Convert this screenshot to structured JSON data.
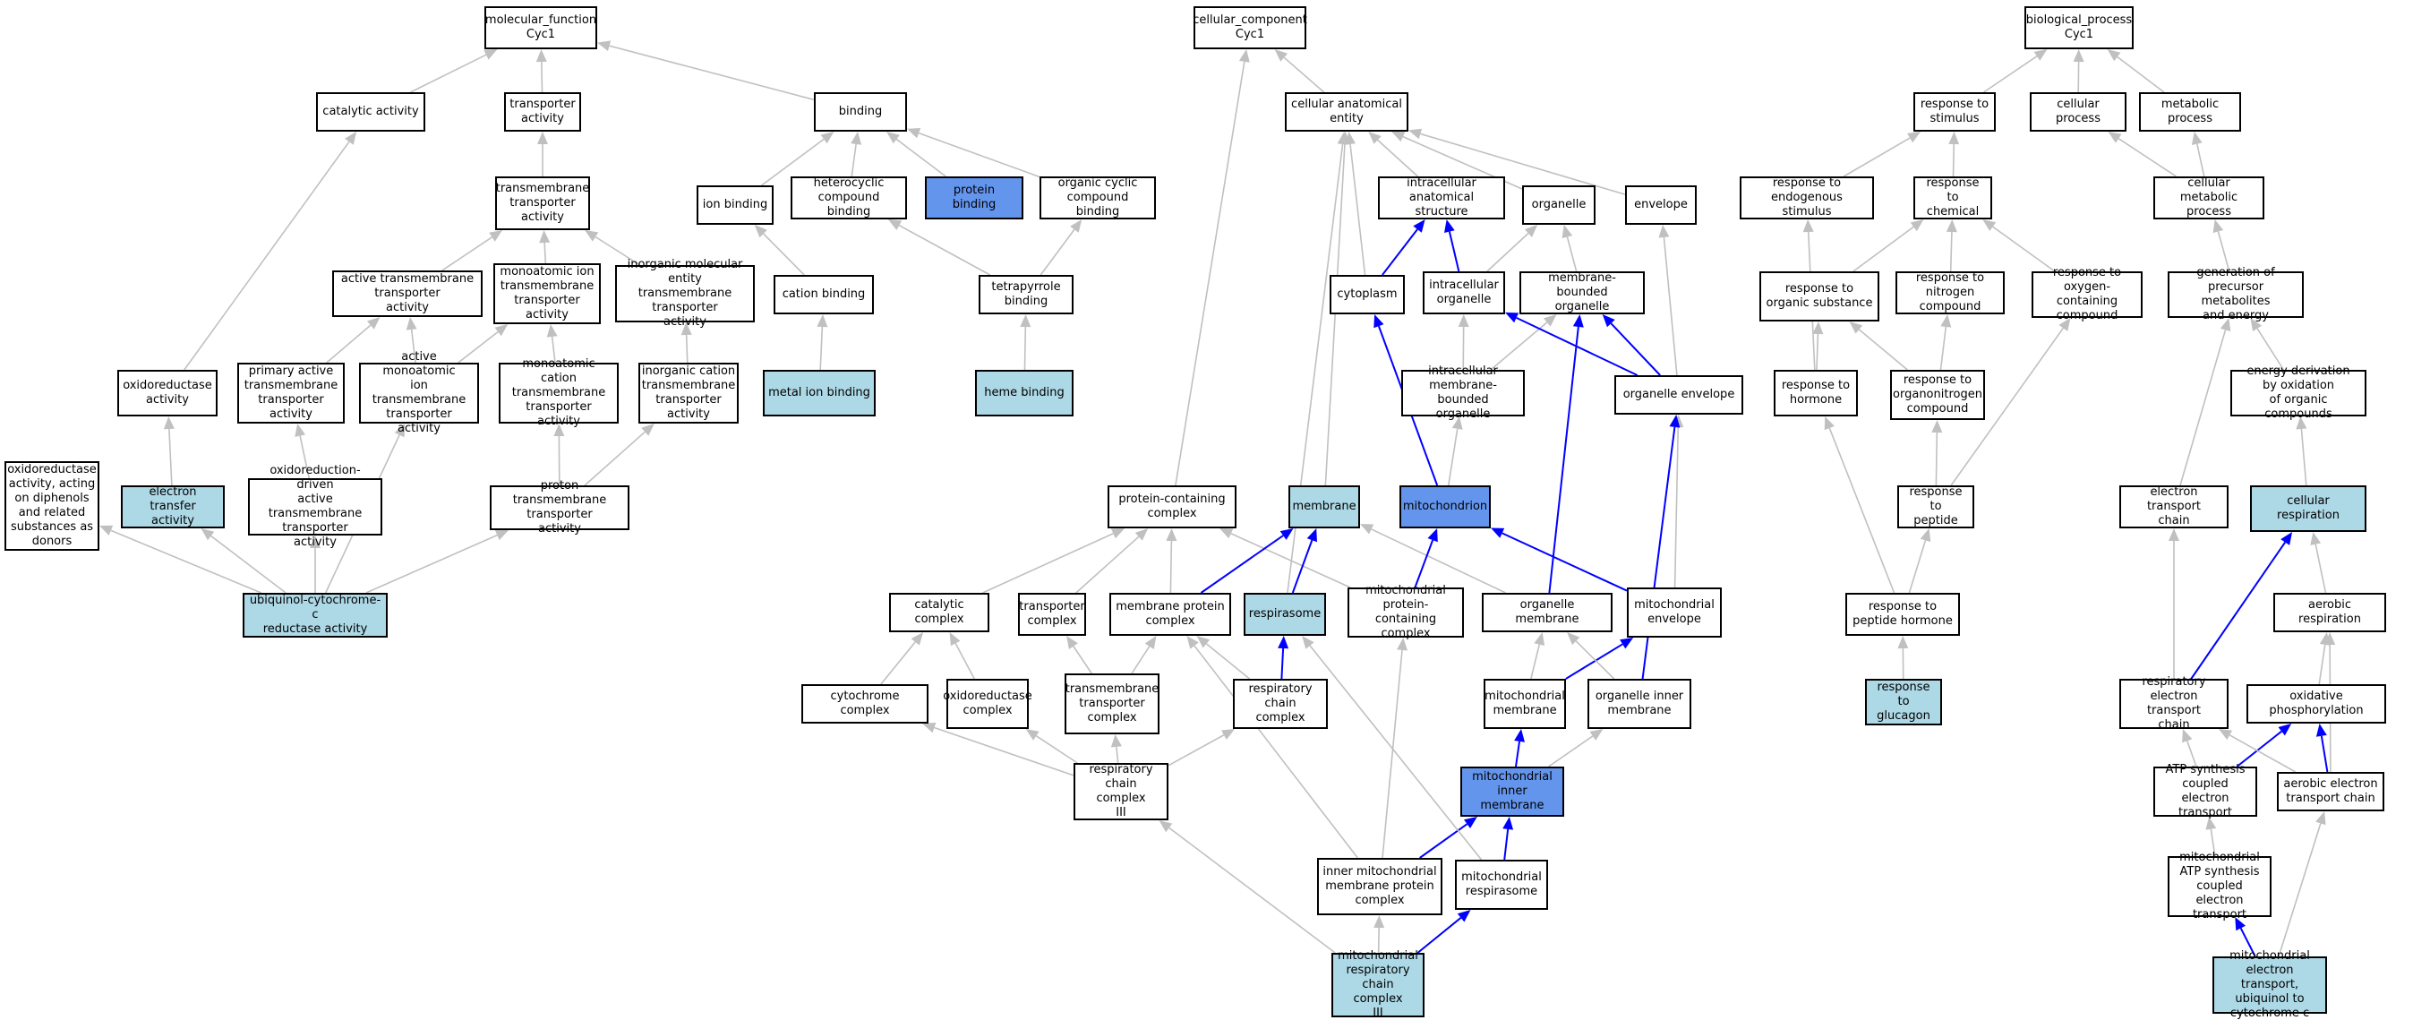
{
  "nodes": [
    {
      "id": "mf",
      "label": "molecular_function\nCyc1",
      "fill": "white"
    },
    {
      "id": "catact",
      "label": "catalytic activity",
      "fill": "white"
    },
    {
      "id": "transact",
      "label": "transporter\nactivity",
      "fill": "white"
    },
    {
      "id": "binding",
      "label": "binding",
      "fill": "white"
    },
    {
      "id": "tmta",
      "label": "transmembrane\ntransporter\nactivity",
      "fill": "white"
    },
    {
      "id": "ionbind",
      "label": "ion binding",
      "fill": "white"
    },
    {
      "id": "hetbind",
      "label": "heterocyclic\ncompound binding",
      "fill": "white"
    },
    {
      "id": "protbind",
      "label": "protein binding",
      "fill": "dark"
    },
    {
      "id": "orgcyc",
      "label": "organic cyclic\ncompound binding",
      "fill": "white"
    },
    {
      "id": "atmta",
      "label": "active transmembrane\ntransporter\nactivity",
      "fill": "white"
    },
    {
      "id": "mitmta",
      "label": "monoatomic ion\ntransmembrane\ntransporter\nactivity",
      "fill": "white"
    },
    {
      "id": "imeta",
      "label": "inorganic molecular\nentity transmembrane\ntransporter\nactivity",
      "fill": "white"
    },
    {
      "id": "catbind",
      "label": "cation binding",
      "fill": "white"
    },
    {
      "id": "tetbind",
      "label": "tetrapyrrole\nbinding",
      "fill": "white"
    },
    {
      "id": "oxred",
      "label": "oxidoreductase\nactivity",
      "fill": "white"
    },
    {
      "id": "patmta",
      "label": "primary active\ntransmembrane\ntransporter\nactivity",
      "fill": "white"
    },
    {
      "id": "amitmta",
      "label": "active monoatomic\nion transmembrane\ntransporter\nactivity",
      "fill": "white"
    },
    {
      "id": "mctmta",
      "label": "monoatomic cation\ntransmembrane\ntransporter\nactivity",
      "fill": "white"
    },
    {
      "id": "ictmta",
      "label": "inorganic cation\ntransmembrane\ntransporter\nactivity",
      "fill": "white"
    },
    {
      "id": "metbind",
      "label": "metal ion binding",
      "fill": "light"
    },
    {
      "id": "hemebind",
      "label": "heme binding",
      "fill": "light"
    },
    {
      "id": "oxdiph",
      "label": "oxidoreductase\nactivity, acting\non diphenols\nand related\nsubstances as\ndonors",
      "fill": "white"
    },
    {
      "id": "etact",
      "label": "electron transfer\nactivity",
      "fill": "light"
    },
    {
      "id": "oxdriv",
      "label": "oxidoreduction-driven\nactive transmembrane\ntransporter\nactivity",
      "fill": "white"
    },
    {
      "id": "ptta",
      "label": "proton transmembrane\ntransporter\nactivity",
      "fill": "white"
    },
    {
      "id": "ucra",
      "label": "ubiquinol-cytochrome-c\nreductase activity",
      "fill": "light"
    },
    {
      "id": "cc",
      "label": "cellular_component\nCyc1",
      "fill": "white"
    },
    {
      "id": "cae",
      "label": "cellular anatomical\nentity",
      "fill": "white"
    },
    {
      "id": "ias",
      "label": "intracellular\nanatomical structure",
      "fill": "white"
    },
    {
      "id": "organelle",
      "label": "organelle",
      "fill": "white"
    },
    {
      "id": "envelope",
      "label": "envelope",
      "fill": "white"
    },
    {
      "id": "cytoplasm",
      "label": "cytoplasm",
      "fill": "white"
    },
    {
      "id": "intorg",
      "label": "intracellular\norganelle",
      "fill": "white"
    },
    {
      "id": "mbo",
      "label": "membrane-bounded\norganelle",
      "fill": "white"
    },
    {
      "id": "imbo",
      "label": "intracellular\nmembrane-bounded\norganelle",
      "fill": "white"
    },
    {
      "id": "orgenv",
      "label": "organelle envelope",
      "fill": "white"
    },
    {
      "id": "pcc",
      "label": "protein-containing\ncomplex",
      "fill": "white"
    },
    {
      "id": "membrane",
      "label": "membrane",
      "fill": "light"
    },
    {
      "id": "mito",
      "label": "mitochondrion",
      "fill": "dark"
    },
    {
      "id": "catcx",
      "label": "catalytic complex",
      "fill": "white"
    },
    {
      "id": "transcx",
      "label": "transporter\ncomplex",
      "fill": "white"
    },
    {
      "id": "mpc",
      "label": "membrane protein\ncomplex",
      "fill": "white"
    },
    {
      "id": "respirasome",
      "label": "respirasome",
      "fill": "light"
    },
    {
      "id": "mpcc",
      "label": "mitochondrial\nprotein-containing\ncomplex",
      "fill": "white"
    },
    {
      "id": "orgmem",
      "label": "organelle membrane",
      "fill": "white"
    },
    {
      "id": "mitoenv",
      "label": "mitochondrial\nenvelope",
      "fill": "white"
    },
    {
      "id": "cytcx",
      "label": "cytochrome complex",
      "fill": "white"
    },
    {
      "id": "oxcx",
      "label": "oxidoreductase\ncomplex",
      "fill": "white"
    },
    {
      "id": "tmtc",
      "label": "transmembrane\ntransporter\ncomplex",
      "fill": "white"
    },
    {
      "id": "rcc",
      "label": "respiratory\nchain complex",
      "fill": "white"
    },
    {
      "id": "mitomem",
      "label": "mitochondrial\nmembrane",
      "fill": "white"
    },
    {
      "id": "oim",
      "label": "organelle inner\nmembrane",
      "fill": "white"
    },
    {
      "id": "rcc3",
      "label": "respiratory\nchain complex\nIII",
      "fill": "white"
    },
    {
      "id": "mim",
      "label": "mitochondrial\ninner membrane",
      "fill": "dark"
    },
    {
      "id": "immpc",
      "label": "inner mitochondrial\nmembrane protein\ncomplex",
      "fill": "white"
    },
    {
      "id": "mitoresp",
      "label": "mitochondrial\nrespirasome",
      "fill": "white"
    },
    {
      "id": "mrcc3",
      "label": "mitochondrial\nrespiratory\nchain complex\nIII",
      "fill": "light"
    },
    {
      "id": "bp",
      "label": "biological_process\nCyc1",
      "fill": "white"
    },
    {
      "id": "respstim",
      "label": "response to\nstimulus",
      "fill": "white"
    },
    {
      "id": "cellproc",
      "label": "cellular process",
      "fill": "white"
    },
    {
      "id": "metproc",
      "label": "metabolic process",
      "fill": "white"
    },
    {
      "id": "rendo",
      "label": "response to\nendogenous stimulus",
      "fill": "white"
    },
    {
      "id": "rchem",
      "label": "response to\nchemical",
      "fill": "white"
    },
    {
      "id": "cmp",
      "label": "cellular metabolic\nprocess",
      "fill": "white"
    },
    {
      "id": "rorgsub",
      "label": "response to\norganic substance",
      "fill": "white"
    },
    {
      "id": "rnitro",
      "label": "response to\nnitrogen compound",
      "fill": "white"
    },
    {
      "id": "roxy",
      "label": "response to\noxygen-containing\ncompound",
      "fill": "white"
    },
    {
      "id": "genprec",
      "label": "generation of\nprecursor metabolites\nand energy",
      "fill": "white"
    },
    {
      "id": "rhorm",
      "label": "response to\nhormone",
      "fill": "white"
    },
    {
      "id": "rorgnit",
      "label": "response to\norganonitrogen\ncompound",
      "fill": "white"
    },
    {
      "id": "energy",
      "label": "energy derivation\nby oxidation\nof organic compounds",
      "fill": "white"
    },
    {
      "id": "rpep",
      "label": "response to\npeptide",
      "fill": "white"
    },
    {
      "id": "etc",
      "label": "electron transport\nchain",
      "fill": "white"
    },
    {
      "id": "cellresp",
      "label": "cellular respiration",
      "fill": "light"
    },
    {
      "id": "rpephorm",
      "label": "response to\npeptide hormone",
      "fill": "white"
    },
    {
      "id": "aerresp",
      "label": "aerobic respiration",
      "fill": "white"
    },
    {
      "id": "retc",
      "label": "respiratory\nelectron transport\nchain",
      "fill": "white"
    },
    {
      "id": "oxphos",
      "label": "oxidative phosphorylation",
      "fill": "white"
    },
    {
      "id": "rgluc",
      "label": "response to\nglucagon",
      "fill": "light"
    },
    {
      "id": "atpsyn",
      "label": "ATP synthesis\ncoupled electron\ntransport",
      "fill": "white"
    },
    {
      "id": "aerobet",
      "label": "aerobic electron\ntransport chain",
      "fill": "white"
    },
    {
      "id": "matpsyn",
      "label": "mitochondrial\nATP synthesis\ncoupled electron\ntransport",
      "fill": "white"
    },
    {
      "id": "metu",
      "label": "mitochondrial\nelectron transport,\nubiquinol to\ncytochrome c",
      "fill": "light"
    }
  ],
  "edges": [
    {
      "from": "catact",
      "to": "mf",
      "color": "gray"
    },
    {
      "from": "transact",
      "to": "mf",
      "color": "gray"
    },
    {
      "from": "binding",
      "to": "mf",
      "color": "gray"
    },
    {
      "from": "tmta",
      "to": "transact",
      "color": "gray"
    },
    {
      "from": "ionbind",
      "to": "binding",
      "color": "gray"
    },
    {
      "from": "hetbind",
      "to": "binding",
      "color": "gray"
    },
    {
      "from": "protbind",
      "to": "binding",
      "color": "gray"
    },
    {
      "from": "orgcyc",
      "to": "binding",
      "color": "gray"
    },
    {
      "from": "atmta",
      "to": "tmta",
      "color": "gray"
    },
    {
      "from": "mitmta",
      "to": "tmta",
      "color": "gray"
    },
    {
      "from": "imeta",
      "to": "tmta",
      "color": "gray"
    },
    {
      "from": "catbind",
      "to": "ionbind",
      "color": "gray"
    },
    {
      "from": "tetbind",
      "to": "hetbind",
      "color": "gray"
    },
    {
      "from": "tetbind",
      "to": "orgcyc",
      "color": "gray"
    },
    {
      "from": "oxred",
      "to": "catact",
      "color": "gray"
    },
    {
      "from": "patmta",
      "to": "atmta",
      "color": "gray"
    },
    {
      "from": "amitmta",
      "to": "atmta",
      "color": "gray"
    },
    {
      "from": "amitmta",
      "to": "mitmta",
      "color": "gray"
    },
    {
      "from": "mctmta",
      "to": "mitmta",
      "color": "gray"
    },
    {
      "from": "ictmta",
      "to": "imeta",
      "color": "gray"
    },
    {
      "from": "metbind",
      "to": "catbind",
      "color": "gray"
    },
    {
      "from": "hemebind",
      "to": "tetbind",
      "color": "gray"
    },
    {
      "from": "etact",
      "to": "oxred",
      "color": "gray"
    },
    {
      "from": "oxdriv",
      "to": "patmta",
      "color": "gray"
    },
    {
      "from": "ptta",
      "to": "mctmta",
      "color": "gray"
    },
    {
      "from": "ptta",
      "to": "ictmta",
      "color": "gray"
    },
    {
      "from": "ucra",
      "to": "oxdiph",
      "color": "gray"
    },
    {
      "from": "ucra",
      "to": "etact",
      "color": "gray"
    },
    {
      "from": "ucra",
      "to": "oxdriv",
      "color": "gray"
    },
    {
      "from": "ucra",
      "to": "ptta",
      "color": "gray"
    },
    {
      "from": "ucra",
      "to": "amitmta",
      "color": "gray"
    },
    {
      "from": "cae",
      "to": "cc",
      "color": "gray"
    },
    {
      "from": "pcc",
      "to": "cc",
      "color": "gray"
    },
    {
      "from": "ias",
      "to": "cae",
      "color": "gray"
    },
    {
      "from": "organelle",
      "to": "cae",
      "color": "gray"
    },
    {
      "from": "envelope",
      "to": "cae",
      "color": "gray"
    },
    {
      "from": "cytoplasm",
      "to": "cae",
      "color": "gray"
    },
    {
      "from": "membrane",
      "to": "cae",
      "color": "gray"
    },
    {
      "from": "respirasome",
      "to": "cae",
      "color": "gray"
    },
    {
      "from": "cytoplasm",
      "to": "ias",
      "color": "blue"
    },
    {
      "from": "intorg",
      "to": "ias",
      "color": "blue"
    },
    {
      "from": "intorg",
      "to": "organelle",
      "color": "gray"
    },
    {
      "from": "mbo",
      "to": "organelle",
      "color": "gray"
    },
    {
      "from": "orgenv",
      "to": "envelope",
      "color": "gray"
    },
    {
      "from": "imbo",
      "to": "intorg",
      "color": "gray"
    },
    {
      "from": "imbo",
      "to": "mbo",
      "color": "gray"
    },
    {
      "from": "orgenv",
      "to": "intorg",
      "color": "blue"
    },
    {
      "from": "orgenv",
      "to": "mbo",
      "color": "blue"
    },
    {
      "from": "mito",
      "to": "cytoplasm",
      "color": "blue"
    },
    {
      "from": "mito",
      "to": "imbo",
      "color": "gray"
    },
    {
      "from": "orgmem",
      "to": "mbo",
      "color": "blue"
    },
    {
      "from": "mitoenv",
      "to": "orgenv",
      "color": "gray"
    },
    {
      "from": "oim",
      "to": "orgenv",
      "color": "blue"
    },
    {
      "from": "catcx",
      "to": "pcc",
      "color": "gray"
    },
    {
      "from": "transcx",
      "to": "pcc",
      "color": "gray"
    },
    {
      "from": "mpc",
      "to": "pcc",
      "color": "gray"
    },
    {
      "from": "mpcc",
      "to": "pcc",
      "color": "gray"
    },
    {
      "from": "mpc",
      "to": "membrane",
      "color": "blue"
    },
    {
      "from": "respirasome",
      "to": "membrane",
      "color": "blue"
    },
    {
      "from": "orgmem",
      "to": "membrane",
      "color": "gray"
    },
    {
      "from": "mpcc",
      "to": "mito",
      "color": "blue"
    },
    {
      "from": "mitoenv",
      "to": "mito",
      "color": "blue"
    },
    {
      "from": "cytcx",
      "to": "catcx",
      "color": "gray"
    },
    {
      "from": "oxcx",
      "to": "catcx",
      "color": "gray"
    },
    {
      "from": "tmtc",
      "to": "transcx",
      "color": "gray"
    },
    {
      "from": "tmtc",
      "to": "mpc",
      "color": "gray"
    },
    {
      "from": "rcc",
      "to": "mpc",
      "color": "gray"
    },
    {
      "from": "rcc",
      "to": "respirasome",
      "color": "blue"
    },
    {
      "from": "mitomem",
      "to": "orgmem",
      "color": "gray"
    },
    {
      "from": "mitomem",
      "to": "mitoenv",
      "color": "blue"
    },
    {
      "from": "oim",
      "to": "orgmem",
      "color": "gray"
    },
    {
      "from": "rcc3",
      "to": "cytcx",
      "color": "gray"
    },
    {
      "from": "rcc3",
      "to": "oxcx",
      "color": "gray"
    },
    {
      "from": "rcc3",
      "to": "tmtc",
      "color": "gray"
    },
    {
      "from": "rcc3",
      "to": "rcc",
      "color": "gray"
    },
    {
      "from": "mim",
      "to": "mitomem",
      "color": "blue"
    },
    {
      "from": "mim",
      "to": "oim",
      "color": "gray"
    },
    {
      "from": "immpc",
      "to": "mim",
      "color": "blue"
    },
    {
      "from": "immpc",
      "to": "mpcc",
      "color": "gray"
    },
    {
      "from": "immpc",
      "to": "mpc",
      "color": "gray"
    },
    {
      "from": "mitoresp",
      "to": "mim",
      "color": "blue"
    },
    {
      "from": "mitoresp",
      "to": "respirasome",
      "color": "gray"
    },
    {
      "from": "mrcc3",
      "to": "immpc",
      "color": "gray"
    },
    {
      "from": "mrcc3",
      "to": "mitoresp",
      "color": "blue"
    },
    {
      "from": "mrcc3",
      "to": "rcc3",
      "color": "gray"
    },
    {
      "from": "respstim",
      "to": "bp",
      "color": "gray"
    },
    {
      "from": "cellproc",
      "to": "bp",
      "color": "gray"
    },
    {
      "from": "metproc",
      "to": "bp",
      "color": "gray"
    },
    {
      "from": "rendo",
      "to": "respstim",
      "color": "gray"
    },
    {
      "from": "rchem",
      "to": "respstim",
      "color": "gray"
    },
    {
      "from": "cmp",
      "to": "cellproc",
      "color": "gray"
    },
    {
      "from": "cmp",
      "to": "metproc",
      "color": "gray"
    },
    {
      "from": "rorgsub",
      "to": "rchem",
      "color": "gray"
    },
    {
      "from": "rnitro",
      "to": "rchem",
      "color": "gray"
    },
    {
      "from": "roxy",
      "to": "rchem",
      "color": "gray"
    },
    {
      "from": "genprec",
      "to": "cmp",
      "color": "gray"
    },
    {
      "from": "rhorm",
      "to": "rendo",
      "color": "gray"
    },
    {
      "from": "rhorm",
      "to": "rorgsub",
      "color": "gray"
    },
    {
      "from": "rorgnit",
      "to": "rorgsub",
      "color": "gray"
    },
    {
      "from": "rorgnit",
      "to": "rnitro",
      "color": "gray"
    },
    {
      "from": "energy",
      "to": "genprec",
      "color": "gray"
    },
    {
      "from": "rpep",
      "to": "rorgnit",
      "color": "gray"
    },
    {
      "from": "rpep",
      "to": "roxy",
      "color": "gray"
    },
    {
      "from": "etc",
      "to": "genprec",
      "color": "gray"
    },
    {
      "from": "cellresp",
      "to": "energy",
      "color": "gray"
    },
    {
      "from": "rpephorm",
      "to": "rhorm",
      "color": "gray"
    },
    {
      "from": "rpephorm",
      "to": "rpep",
      "color": "gray"
    },
    {
      "from": "aerresp",
      "to": "cellresp",
      "color": "gray"
    },
    {
      "from": "retc",
      "to": "etc",
      "color": "gray"
    },
    {
      "from": "retc",
      "to": "cellresp",
      "color": "blue"
    },
    {
      "from": "oxphos",
      "to": "aerresp",
      "color": "gray"
    },
    {
      "from": "rgluc",
      "to": "rpephorm",
      "color": "gray"
    },
    {
      "from": "atpsyn",
      "to": "retc",
      "color": "gray"
    },
    {
      "from": "atpsyn",
      "to": "oxphos",
      "color": "blue"
    },
    {
      "from": "aerobet",
      "to": "retc",
      "color": "gray"
    },
    {
      "from": "aerobet",
      "to": "oxphos",
      "color": "blue"
    },
    {
      "from": "aerobet",
      "to": "aerresp",
      "color": "gray"
    },
    {
      "from": "matpsyn",
      "to": "atpsyn",
      "color": "gray"
    },
    {
      "from": "metu",
      "to": "matpsyn",
      "color": "blue"
    },
    {
      "from": "metu",
      "to": "aerobet",
      "color": "gray"
    }
  ],
  "colors": {
    "gray": "#c0c0c0",
    "blue": "#0000ff",
    "light": "#add8e6",
    "dark": "#6495ed",
    "white": "#ffffff"
  }
}
